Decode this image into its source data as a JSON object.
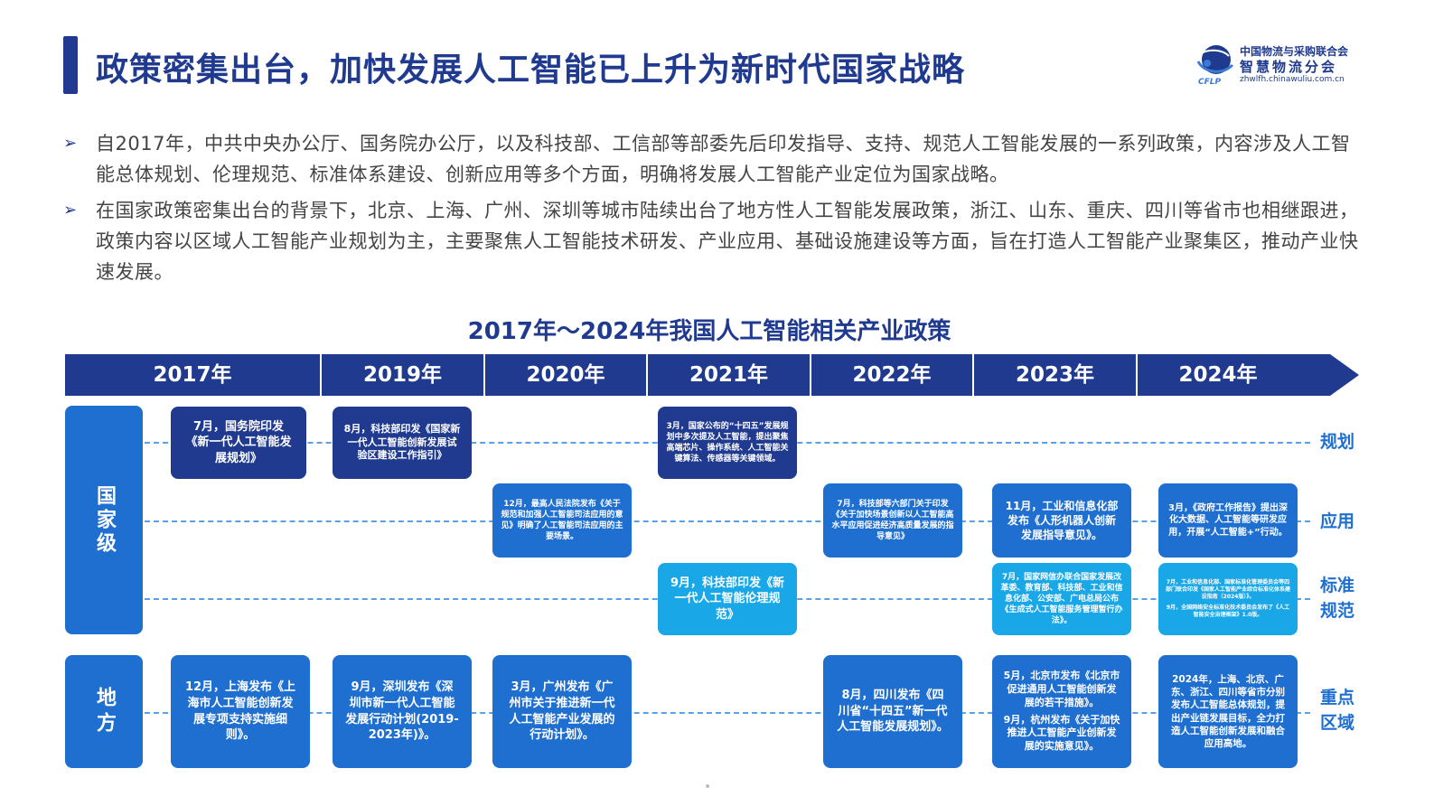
{
  "header": {
    "title": "政策密集出台，加快发展人工智能已上升为新时代国家战略"
  },
  "logo": {
    "line1": "中国物流与采购联合会",
    "line2": "智慧物流分会",
    "url": "zhwlfh.chinawuliu.com.cn",
    "abbr": "CFLP"
  },
  "bullets": [
    "自2017年，中共中央办公厅、国务院办公厅，以及科技部、工信部等部委先后印发指导、支持、规范人工智能发展的一系列政策，内容涉及人工智能总体规划、伦理规范、标准体系建设、创新应用等多个方面，明确将发展人工智能产业定位为国家战略。",
    "在国家政策密集出台的背景下，北京、上海、广州、深圳等城市陆续出台了地方性人工智能发展政策，浙江、山东、重庆、四川等省市也相继跟进，政策内容以区域人工智能产业规划为主，主要聚焦人工智能技术研发、产业应用、基础设施建设等方面，旨在打造人工智能产业聚集区，推动产业快速发展。"
  ],
  "chart": {
    "title": "2017年～2024年我国人工智能相关产业政策",
    "years": [
      "2017年",
      "2019年",
      "2020年",
      "2021年",
      "2022年",
      "2023年",
      "2024年"
    ],
    "levels": {
      "national": "国家级",
      "local": "地方"
    },
    "row_labels": {
      "planning": "规划",
      "application": "应用",
      "standard": "标准规范",
      "region": "重点区域"
    },
    "cards": {
      "p2017": "7月，国务院印发《新一代人工智能发展规划》",
      "p2019": "8月，科技部印发《国家新一代人工智能创新发展试验区建设工作指引》",
      "p2021": "3月，国家公布的“十四五”发展规划中多次提及人工智能，提出聚焦高端芯片、操作系统、人工智能关键算法、传感器等关键领域。",
      "a2020": "12月，最高人民法院发布《关于规范和加强人工智能司法应用的意见》明确了人工智能司法应用的主要场景。",
      "a2022": "7月，科技部等六部门关于印发《关于加快场景创新以人工智能高水平应用促进经济高质量发展的指导意见》",
      "a2023": "11月，工业和信息化部发布《人形机器人创新发展指导意见》。",
      "a2024": "3月，《政府工作报告》提出深化大数据、人工智能等研发应用，开展“人工智能+”行动。",
      "s2021": "9月，科技部印发《新一代人工智能伦理规范》",
      "s2023": "7月，国家网信办联合国家发展改革委、教育部、科技部、工业和信息化部、公安部、广电总局公布《生成式人工智能服务管理暂行办法》。",
      "s2024a": "7月，工业和信息化部、国家标准化管理委员会等四部门联合印发《国家人工智能产业综合标准化体系建设指南（2024版）》。",
      "s2024b": "9月，全国网络安全标准化技术委员会发布了《人工智能安全治理框架》1.0版。",
      "r2017": "12月，上海发布《上海市人工智能创新发展专项支持实施细则》。",
      "r2019": "9月，深圳发布《深圳市新一代人工智能发展行动计划(2019-2023年)》。",
      "r2020": "3月，广州发布《广州市关于推进新一代人工智能产业发展的行动计划》。",
      "r2022": "8月，四川发布《四川省“十四五”新一代人工智能发展规划》。",
      "r2023a": "5月，北京市发布《北京市促进通用人工智能创新发展的若干措施》。",
      "r2023b": "9月，杭州发布《关于加快推进人工智能产业创新发展的实施意见》。",
      "r2024": "2024年，上海、北京、广东、浙江、四川等省市分别发布人工智能总体规划，提出产业链发展目标，全力打造人工智能创新发展和融合应用高地。"
    }
  },
  "colors": {
    "dark_blue": "#1f3a8f",
    "mid_blue": "#1f6fd0",
    "light_blue": "#1aa7e8"
  }
}
